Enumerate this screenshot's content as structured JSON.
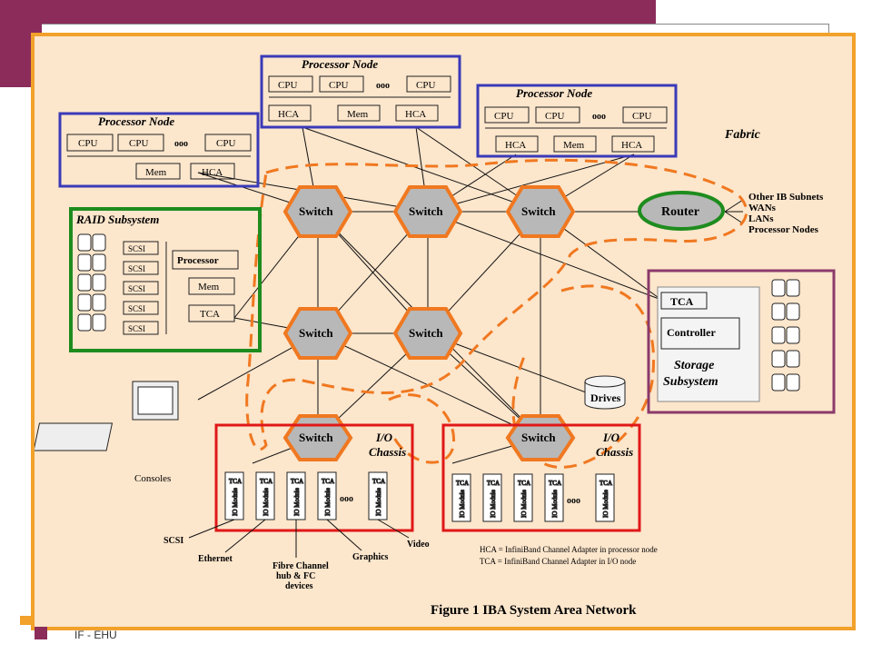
{
  "diagram": {
    "caption": "Figure 1  IBA System Area Network",
    "fabric_label": "Fabric",
    "processor_nodes": [
      {
        "title": "Processor Node",
        "cpus": [
          "CPU",
          "CPU",
          "CPU"
        ],
        "ellipsis": "ooo",
        "adapters": [
          "Mem",
          "HCA"
        ]
      },
      {
        "title": "Processor Node",
        "cpus": [
          "CPU",
          "CPU",
          "CPU"
        ],
        "ellipsis": "ooo",
        "adapters": [
          "HCA",
          "Mem",
          "HCA"
        ]
      },
      {
        "title": "Processor Node",
        "cpus": [
          "CPU",
          "CPU",
          "CPU"
        ],
        "ellipsis": "ooo",
        "adapters": [
          "HCA",
          "Mem",
          "HCA"
        ]
      }
    ],
    "switch_label": "Switch",
    "router_label": "Router",
    "router_destinations": [
      "Other IB Subnets",
      "WANs",
      "LANs",
      "Processor Nodes"
    ],
    "raid": {
      "title": "RAID Subsystem",
      "scsi": [
        "SCSI",
        "SCSI",
        "SCSI",
        "SCSI",
        "SCSI"
      ],
      "processor": "Processor",
      "mem": "Mem",
      "tca": "TCA"
    },
    "storage": {
      "tca": "TCA",
      "controller": "Controller",
      "title_line1": "Storage",
      "title_line2": "Subsystem"
    },
    "drives_label": "Drives",
    "consoles_label": "Consoles",
    "io_chassis": [
      {
        "title_line1": "I/O",
        "title_line2": "Chassis"
      },
      {
        "title_line1": "I/O",
        "title_line2": "Chassis"
      }
    ],
    "io_module_top": "TCA",
    "io_module_label": "IO Module",
    "io_ellipsis": "ooo",
    "io_outputs": [
      "SCSI",
      "Ethernet",
      "Fibre Channel",
      "hub & FC",
      "devices",
      "Graphics",
      "Video"
    ],
    "legend": [
      "HCA = InfiniBand Channel Adapter in processor node",
      "TCA = InfiniBand Channel Adapter in I/O node"
    ],
    "colors": {
      "processor_box": "#3a3ab8",
      "raid_box": "#1e8c1e",
      "storage_box": "#8b3a6a",
      "io_box": "#e01818",
      "router_ring": "#1e8c1e",
      "dashed_fabric": "#f07820",
      "switch_fill": "#b8b8b8",
      "switch_border": "#f07820"
    }
  },
  "footer": {
    "label": "IF - EHU"
  }
}
